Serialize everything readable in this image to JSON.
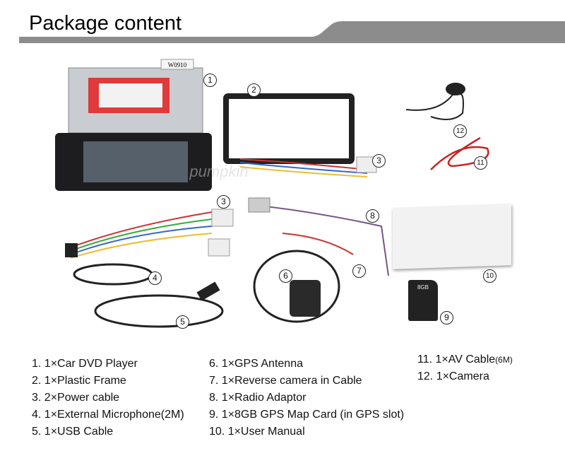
{
  "header": {
    "title": "Package content"
  },
  "photo": {
    "dvd_label": "W0910",
    "watermark": "pumpkin",
    "sd_card_text": "8GB",
    "callouts": [
      "1",
      "2",
      "3",
      "3",
      "4",
      "5",
      "6",
      "7",
      "8",
      "9",
      "10",
      "11",
      "12"
    ]
  },
  "list": {
    "col1": [
      "1. 1×Car DVD Player",
      "2. 1×Plastic Frame",
      "3. 2×Power cable",
      "4. 1×External Microphone(2M)",
      "5. 1×USB Cable"
    ],
    "col2": [
      "6. 1×GPS Antenna",
      "7. 1×Reverse camera in Cable",
      "8. 1×Radio Adaptor",
      "9. 1×8GB GPS Map Card (in GPS slot)",
      "10. 1×User Manual"
    ],
    "col3_item11": "11. 1×AV Cable",
    "col3_item11_suffix": "(6M)",
    "col3_item12": "12. 1×Camera"
  },
  "colors": {
    "bar": "#8c8c8c",
    "text": "#111111"
  }
}
